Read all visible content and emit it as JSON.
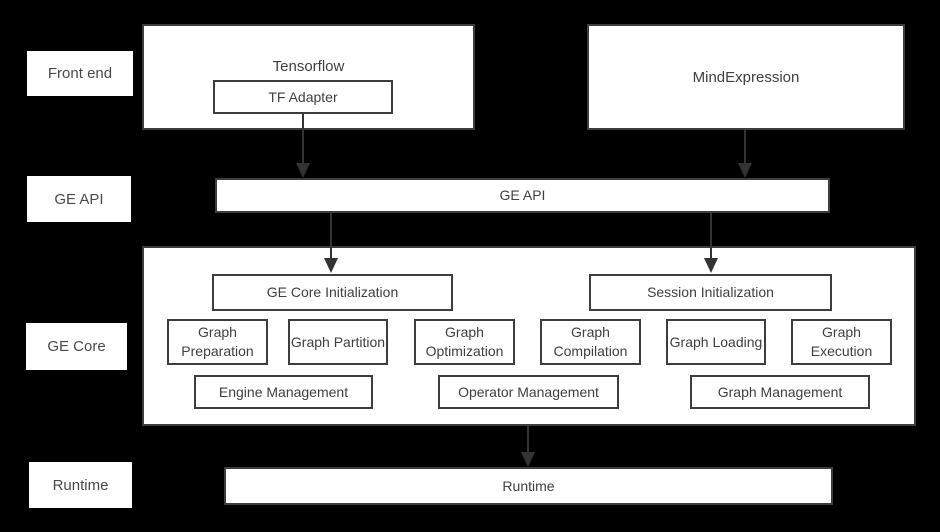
{
  "colors": {
    "background": "#000000",
    "box_fill": "#ffffff",
    "box_border": "#3d3d3d",
    "text": "#404040",
    "arrow": "#333333"
  },
  "row_labels": {
    "front_end": "Front end",
    "ge_api": "GE API",
    "ge_core": "GE Core",
    "runtime": "Runtime"
  },
  "frontend": {
    "tensorflow": {
      "label": "Tensorflow",
      "tf_adapter": "TF Adapter"
    },
    "mind_expression": {
      "label": "MindExpression"
    }
  },
  "ge_api_bar": {
    "label": "GE API"
  },
  "ge_core": {
    "ge_core_initialization": "GE Core Initialization",
    "session_initialization": "Session Initialization",
    "stages": [
      "Graph Preparation",
      "Graph Partition",
      "Graph Optimization",
      "Graph Compilation",
      "Graph Loading",
      "Graph Execution"
    ],
    "management": [
      "Engine Management",
      "Operator Management",
      "Graph Management"
    ]
  },
  "runtime_bar": {
    "label": "Runtime"
  },
  "edges": [
    {
      "from": "TF Adapter",
      "to": "GE API"
    },
    {
      "from": "MindExpression",
      "to": "GE API"
    },
    {
      "from": "GE API",
      "to": "GE Core Initialization"
    },
    {
      "from": "GE API",
      "to": "Session Initialization"
    },
    {
      "from": "GE Core",
      "to": "Runtime"
    }
  ]
}
